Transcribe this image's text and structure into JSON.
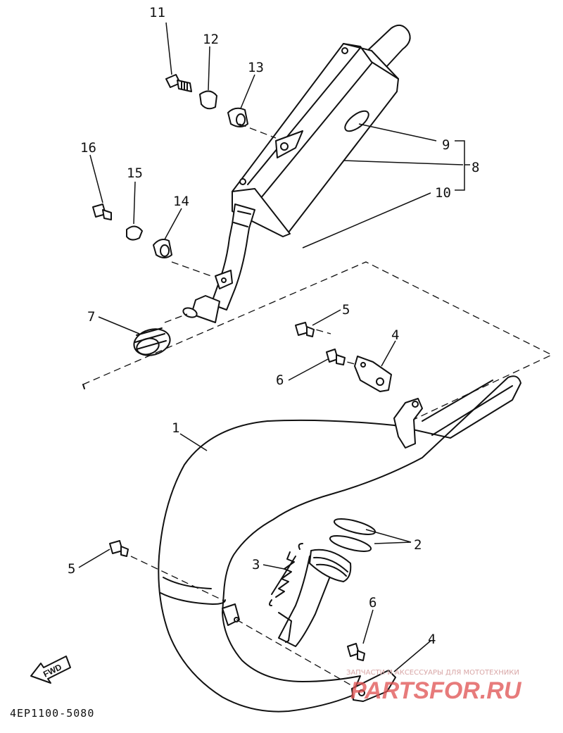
{
  "callouts": {
    "c1": "1",
    "c2": "2",
    "c3": "3",
    "c4_top": "4",
    "c4_bottom": "4",
    "c5_top": "5",
    "c5_bottom": "5",
    "c6_top": "6",
    "c6_bottom": "6",
    "c7": "7",
    "c8": "8",
    "c9": "9",
    "c10": "10",
    "c11": "11",
    "c12": "12",
    "c13": "13",
    "c14": "14",
    "c15": "15",
    "c16": "16"
  },
  "reference_code": "4EP1100-5080",
  "fwd_label": "FWD",
  "watermark": {
    "caption": "ЗАПЧАСТИ И АКСЕССУАРЫ ДЛЯ МОТОТЕХНИКИ",
    "logo": "PARTSFOR.RU"
  }
}
